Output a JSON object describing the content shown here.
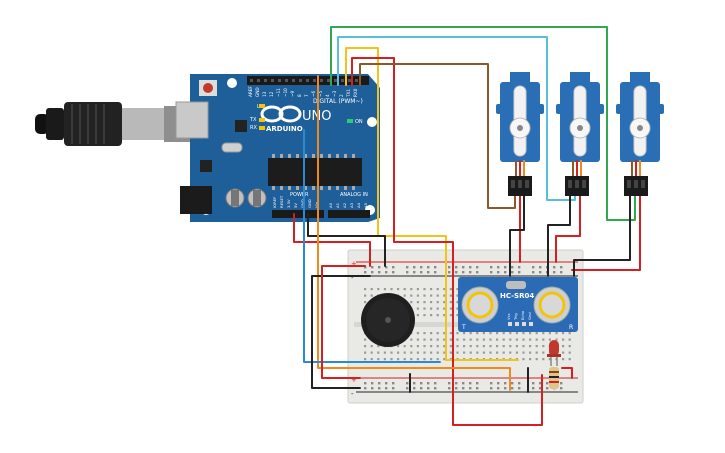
{
  "arduino": {
    "brand": "ARDUINO",
    "model": "UNO",
    "digital_header": "DIGITAL (PWM~)",
    "analog_header": "ANALOG IN",
    "power_header": "POWER",
    "tx": "TX",
    "rx": "RX",
    "on": "ON",
    "l": "L",
    "pins_top": [
      "AREF",
      "GND",
      "13",
      "12",
      "~11",
      "~10",
      "~9",
      "8",
      "7",
      "~6",
      "~5",
      "4",
      "~3",
      "2",
      "TX1",
      "RX0"
    ],
    "pins_power": [
      "IOREF",
      "RESET",
      "3.3V",
      "5V",
      "GND",
      "GND",
      "Vin"
    ],
    "pins_analog": [
      "A0",
      "A1",
      "A2",
      "A3",
      "A4",
      "A5"
    ]
  },
  "sensor": {
    "name": "HC-SR04",
    "pins": [
      "Vcc",
      "Trig",
      "Echo",
      "Gnd"
    ],
    "left_mark": "T",
    "right_mark": "R"
  },
  "breadboard": {
    "rail_plus": "+",
    "rail_minus": "-"
  },
  "colors": {
    "arduino_blue": "#1f5f99",
    "servo_blue": "#2a6fb5",
    "wire_red": "#d42020",
    "wire_black": "#222222",
    "wire_yellow": "#f0c419",
    "wire_orange": "#f08a1c",
    "wire_cyan": "#57c0d8",
    "wire_green": "#2fa84f",
    "wire_brown": "#8b5a2b",
    "wire_blue": "#2a8ad4"
  }
}
